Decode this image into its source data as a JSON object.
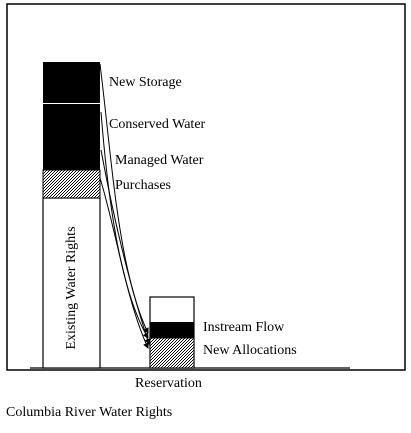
{
  "caption": "Columbia River Water Rights",
  "existing_bar": {
    "label": "Existing Water Rights",
    "segments": [
      {
        "name": "New Storage",
        "fill": "#000000"
      },
      {
        "name": "Conserved Water",
        "fill": "#000000"
      },
      {
        "name": "Managed Water Purchases",
        "fill": "#8a8a8a"
      }
    ]
  },
  "labels": {
    "new_storage": "New Storage",
    "conserved_water": "Conserved Water",
    "managed_water": "Managed Water",
    "purchases": "Purchases",
    "instream_flow": "Instream Flow",
    "new_allocations": "New Allocations",
    "reservation": "Reservation"
  },
  "reservation_bar": {
    "segments": [
      {
        "name": "Instream Flow",
        "fill": "#000000"
      },
      {
        "name": "New Allocations",
        "fill": "#8a8a8a"
      }
    ]
  },
  "colors": {
    "dark": "#000000",
    "stipple": "#8a8a8a",
    "background": "#ffffff"
  }
}
